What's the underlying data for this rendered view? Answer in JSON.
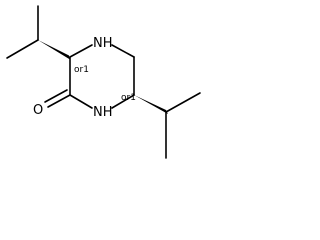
{
  "atoms": {
    "nh_top": "NH",
    "nh_bottom": "NH",
    "oxygen": "O"
  },
  "stereo_labels": {
    "c3": "or1",
    "c6": "or1"
  }
}
